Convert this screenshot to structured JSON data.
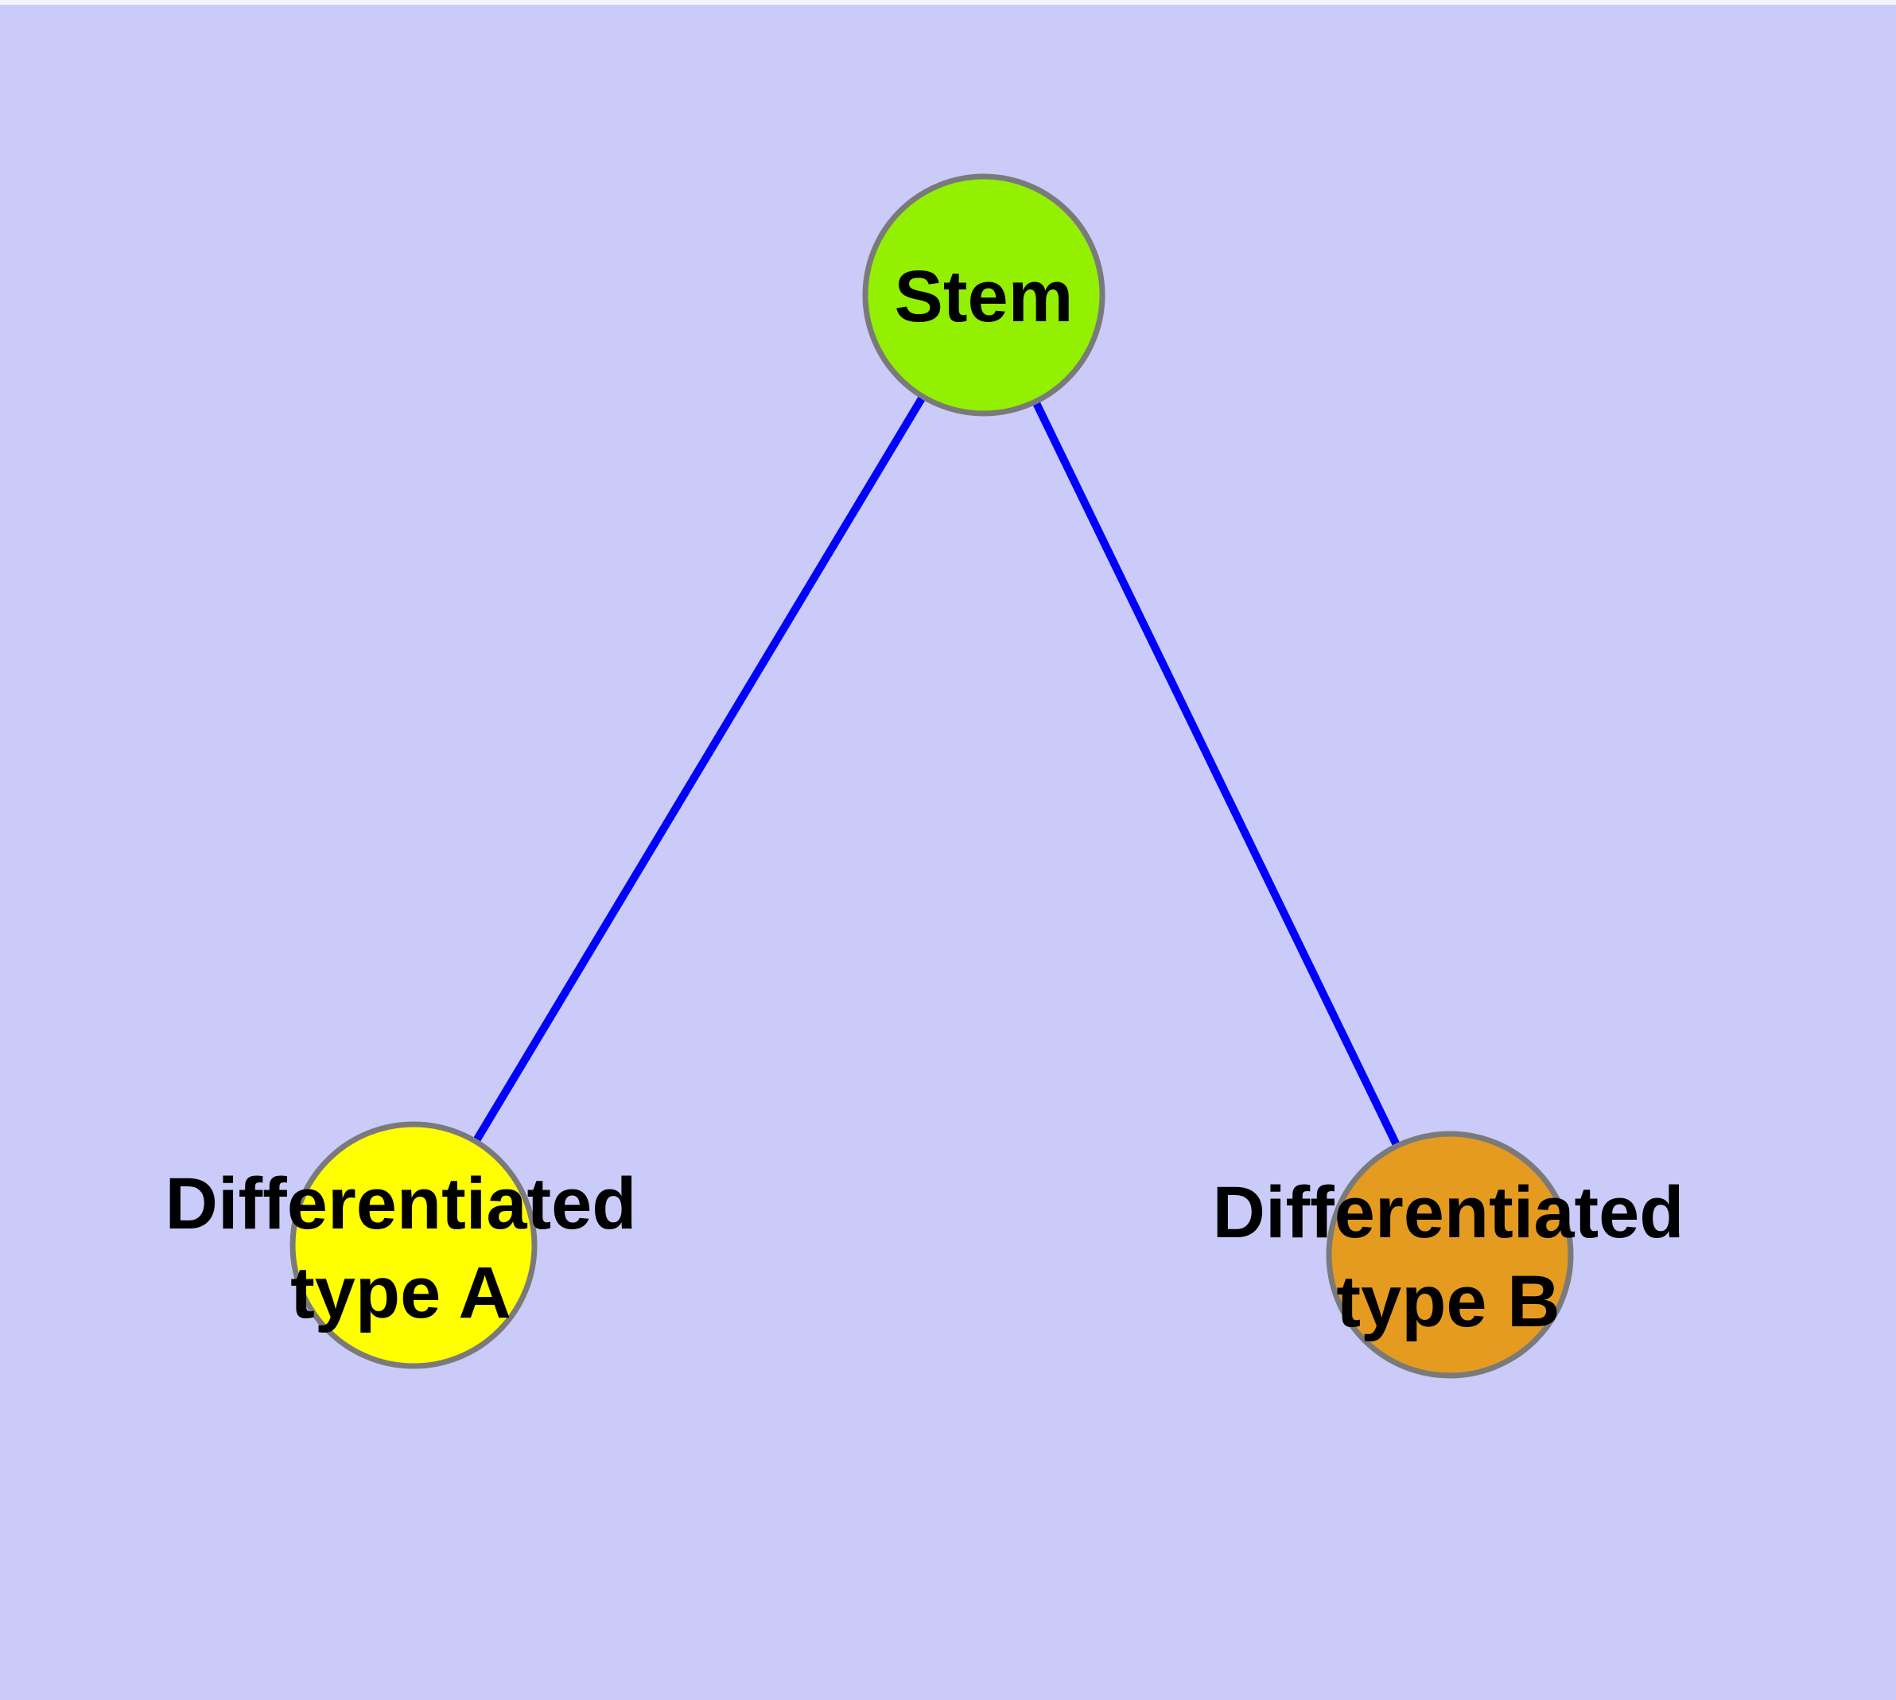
{
  "background_color": "#CBCBF9",
  "top_strip_color": "#F3F3FC",
  "diagram": {
    "type": "graph",
    "description": "Stem cell differentiation graph: one stem node linked to two differentiated cell-type nodes",
    "text_color": "#000000",
    "node_border_color": "#7A7A7A",
    "nodes": [
      {
        "id": "stem",
        "label": "Stem",
        "fill": "#93F000"
      },
      {
        "id": "differentiated-type-a",
        "label": "Differentiated type A",
        "label_lines": [
          "Differentiated",
          "type A"
        ],
        "fill": "#FFFF00"
      },
      {
        "id": "differentiated-type-b",
        "label": "Differentiated type B",
        "label_lines": [
          "Differentiated",
          "type B"
        ],
        "fill": "#E49B20"
      }
    ],
    "edges": [
      {
        "from": "stem",
        "to": "differentiated-type-a",
        "color": "#0000FF"
      },
      {
        "from": "stem",
        "to": "differentiated-type-b",
        "color": "#0000FF"
      }
    ]
  }
}
